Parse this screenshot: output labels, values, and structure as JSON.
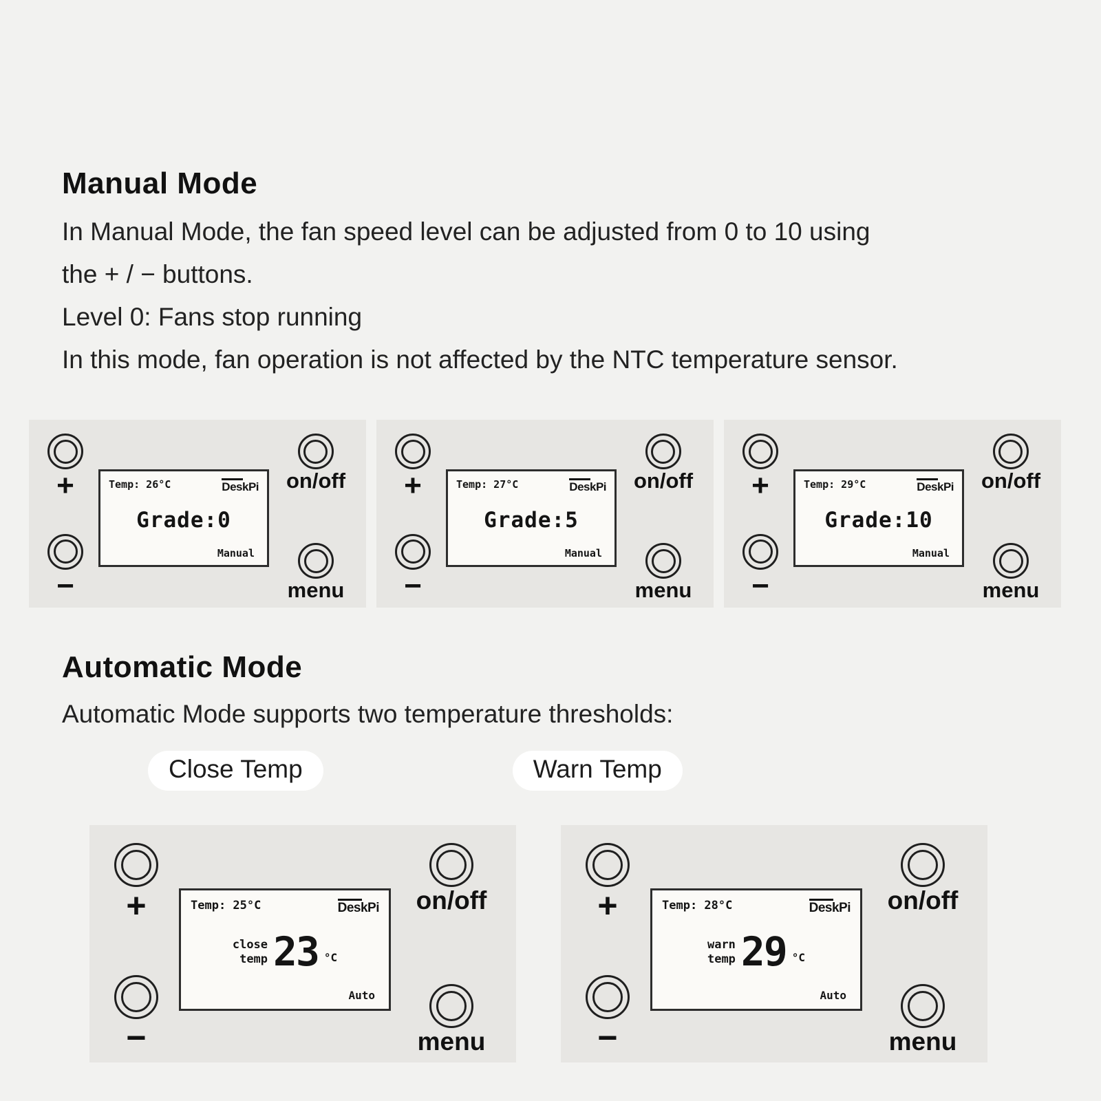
{
  "colors": {
    "page_bg": "#f2f2f0",
    "panel_bg": "#e7e6e3",
    "lcd_bg": "#fbfaf7",
    "text": "#1c1c1c"
  },
  "logo": "DeskPi",
  "controls": {
    "plus": "+",
    "minus": "−",
    "onoff": "on/off",
    "menu": "menu"
  },
  "manual_section": {
    "title": "Manual Mode",
    "lines": [
      "In Manual Mode, the fan speed level can be adjusted from 0 to 10 using",
      "the + / − buttons.",
      "Level 0: Fans stop running",
      "In this mode, fan operation is not affected by the NTC temperature sensor."
    ],
    "panels": [
      {
        "temp": "Temp: 26°C",
        "grade": "Grade:0",
        "mode": "Manual"
      },
      {
        "temp": "Temp: 27°C",
        "grade": "Grade:5",
        "mode": "Manual"
      },
      {
        "temp": "Temp: 29°C",
        "grade": "Grade:10",
        "mode": "Manual"
      }
    ]
  },
  "auto_section": {
    "title": "Automatic Mode",
    "subtitle": "Automatic Mode supports two temperature thresholds:",
    "badges": [
      "Close Temp",
      "Warn Temp"
    ],
    "panels": [
      {
        "temp": "Temp: 25°C",
        "label_top": "close",
        "label_bottom": "temp",
        "value": "23",
        "unit": "°C",
        "mode": "Auto"
      },
      {
        "temp": "Temp: 28°C",
        "label_top": "warn",
        "label_bottom": "temp",
        "value": "29",
        "unit": "°C",
        "mode": "Auto"
      }
    ]
  }
}
